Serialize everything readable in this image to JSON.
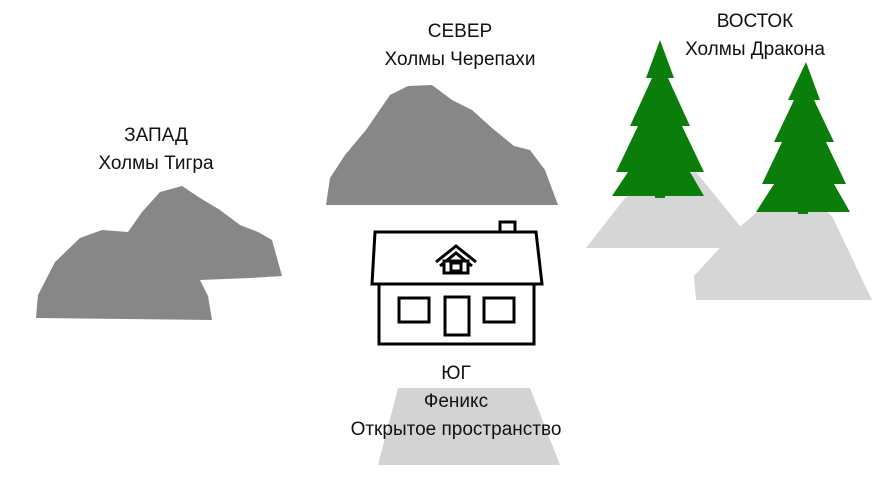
{
  "directions": {
    "north": {
      "direction": "СЕВЕР",
      "name": "Холмы Черепахи"
    },
    "west": {
      "direction": "ЗАПАД",
      "name": "Холмы Тигра"
    },
    "east": {
      "direction": "ВОСТОК",
      "name": "Холмы Дракона"
    },
    "south": {
      "direction": "ЮГ",
      "name": "Феникс",
      "subtitle": "Открытое пространство"
    }
  },
  "colors": {
    "hill": "#878787",
    "light_mountain": "#d6d6d6",
    "tree": "#0a7d0a",
    "open_space": "#d3d3d3",
    "house_stroke": "#000000",
    "house_fill": "#ffffff"
  },
  "icons": [
    "hill-shape",
    "tree-icon",
    "mountain-shape",
    "house-icon"
  ]
}
